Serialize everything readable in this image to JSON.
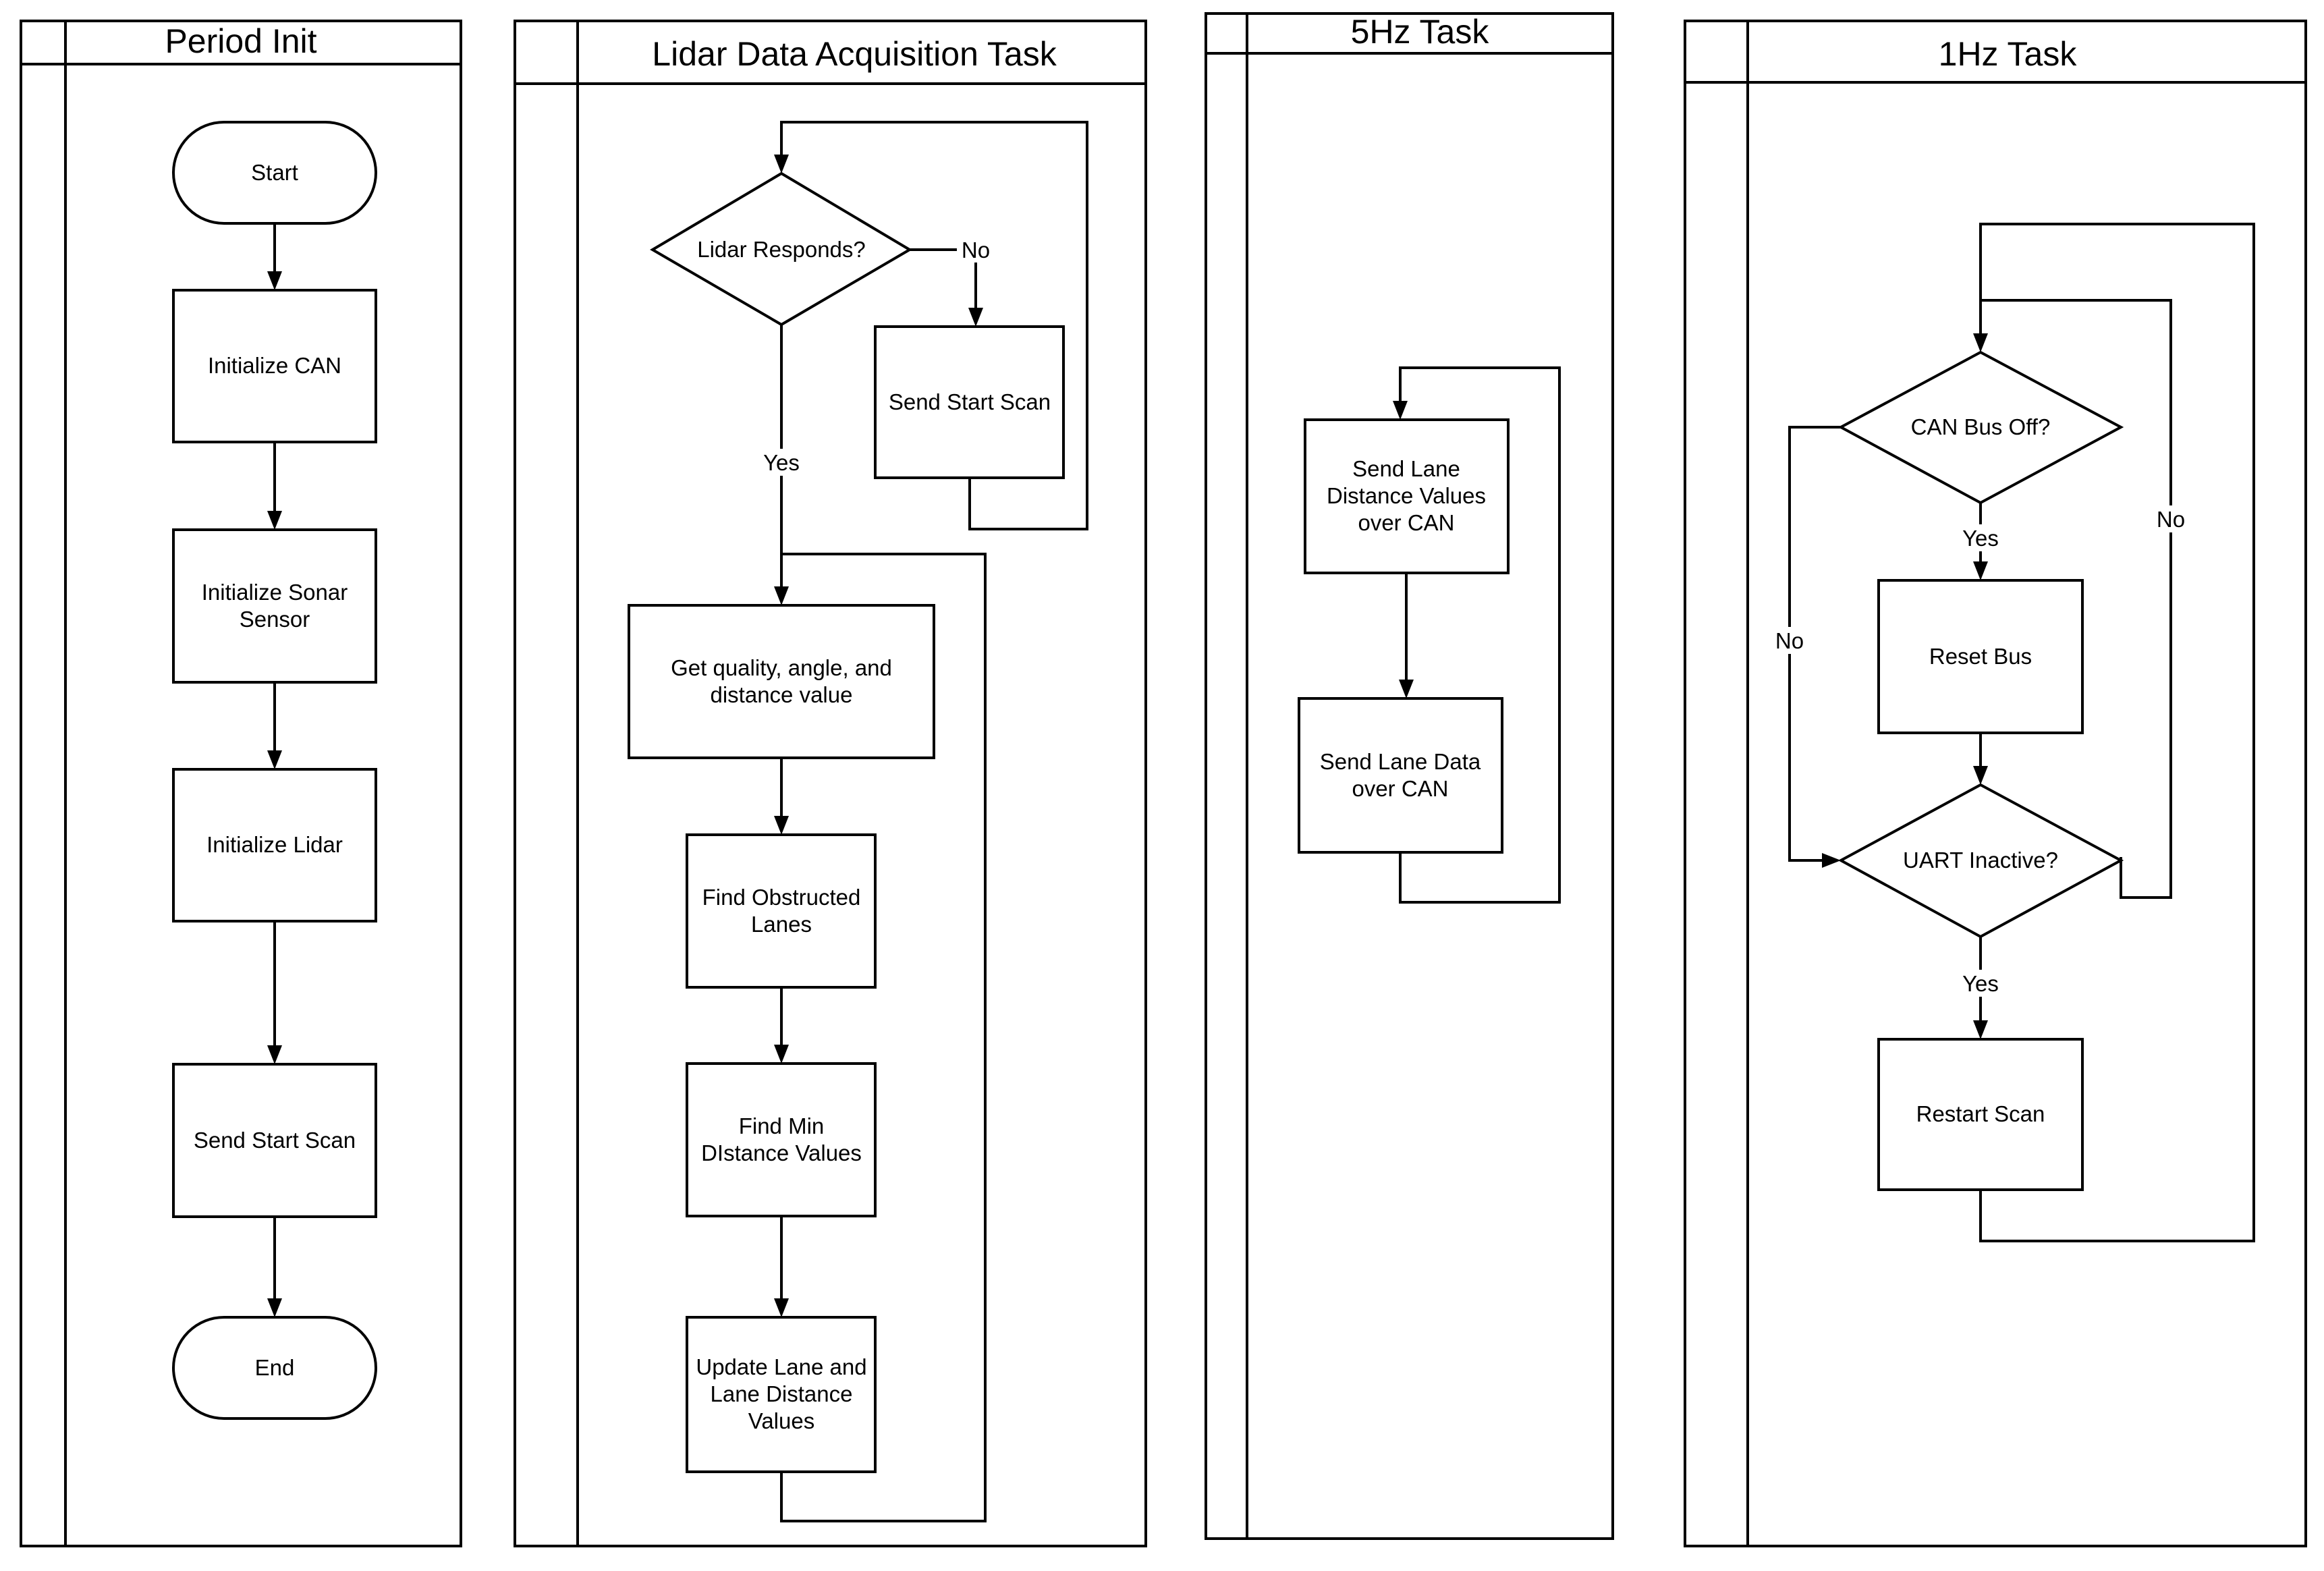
{
  "lanes": {
    "period_init": {
      "title": "Period Init"
    },
    "lidar_task": {
      "title": "Lidar Data Acquisition Task"
    },
    "hz5_task": {
      "title": "5Hz Task"
    },
    "hz1_task": {
      "title": "1Hz Task"
    }
  },
  "nodes": {
    "start": {
      "lines": [
        "Start"
      ]
    },
    "init_can": {
      "lines": [
        "Initialize CAN"
      ]
    },
    "init_sonar": {
      "lines": [
        "Initialize Sonar",
        "Sensor"
      ]
    },
    "init_lidar": {
      "lines": [
        "Initialize Lidar"
      ]
    },
    "send_start_scan_init": {
      "lines": [
        "Send Start Scan"
      ]
    },
    "end": {
      "lines": [
        "End"
      ]
    },
    "lidar_responds": {
      "lines": [
        "Lidar Responds?"
      ]
    },
    "send_start_scan_lidar": {
      "lines": [
        "Send Start Scan"
      ]
    },
    "get_quality": {
      "lines": [
        "Get quality, angle, and",
        "distance value"
      ]
    },
    "find_obstructed": {
      "lines": [
        "Find Obstructed",
        "Lanes"
      ]
    },
    "find_min": {
      "lines": [
        "Find Min",
        "DIstance Values"
      ]
    },
    "update_lane": {
      "lines": [
        "Update Lane and",
        "Lane Distance",
        "Values"
      ]
    },
    "send_lane_dist": {
      "lines": [
        "Send Lane",
        "Distance Values",
        "over CAN"
      ]
    },
    "send_lane_data": {
      "lines": [
        "Send Lane Data",
        "over CAN"
      ]
    },
    "can_bus_off": {
      "lines": [
        "CAN Bus Off?"
      ]
    },
    "reset_bus": {
      "lines": [
        "Reset Bus"
      ]
    },
    "uart_inactive": {
      "lines": [
        "UART Inactive?"
      ]
    },
    "restart_scan": {
      "lines": [
        "Restart Scan"
      ]
    }
  },
  "edge_labels": {
    "lidar_no": "No",
    "lidar_yes": "Yes",
    "can_yes": "Yes",
    "can_no": "No",
    "uart_no": "No",
    "uart_yes": "Yes"
  }
}
